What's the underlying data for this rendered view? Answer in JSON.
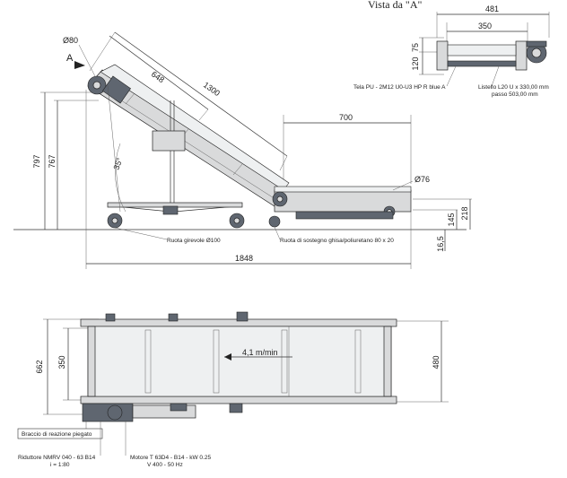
{
  "view_title": "Vista da \"A\"",
  "view_marker": "A",
  "dimensions": {
    "roller_dia": "Ø80",
    "slope_len": "648",
    "total_len_diag": "1300",
    "horiz_len": "700",
    "tail_dia": "Ø76",
    "height_total": "797",
    "height_767": "767",
    "angle": "35°",
    "h145": "145",
    "h218": "218",
    "h16": "16,5",
    "overall_len": "1848",
    "view_w481": "481",
    "view_w350": "350",
    "view_h75": "75",
    "view_h120": "120",
    "plan_662": "662",
    "plan_350": "350",
    "plan_480": "480"
  },
  "notes": {
    "belt": "Tela PU - 2M12 U0-U3 HP R blue A",
    "cleat": "Listello L20 U x 330,00 mm",
    "cleat_pitch": "passo 503,00 mm",
    "swivel_wheel": "Ruota girevole Ø100",
    "support_wheel": "Ruota di sostegno ghisa/poliuretano 80 x 20",
    "speed": "4,1 m/min",
    "reaction_arm": "Braccio di reazione piegato",
    "reducer": "Riduttore NMRV 040 - 63 B14",
    "ratio": "i = 1:80",
    "motor": "Motore T 63D4 - B14 - kW 0.25",
    "voltage": "V 400 - 50 Hz"
  }
}
